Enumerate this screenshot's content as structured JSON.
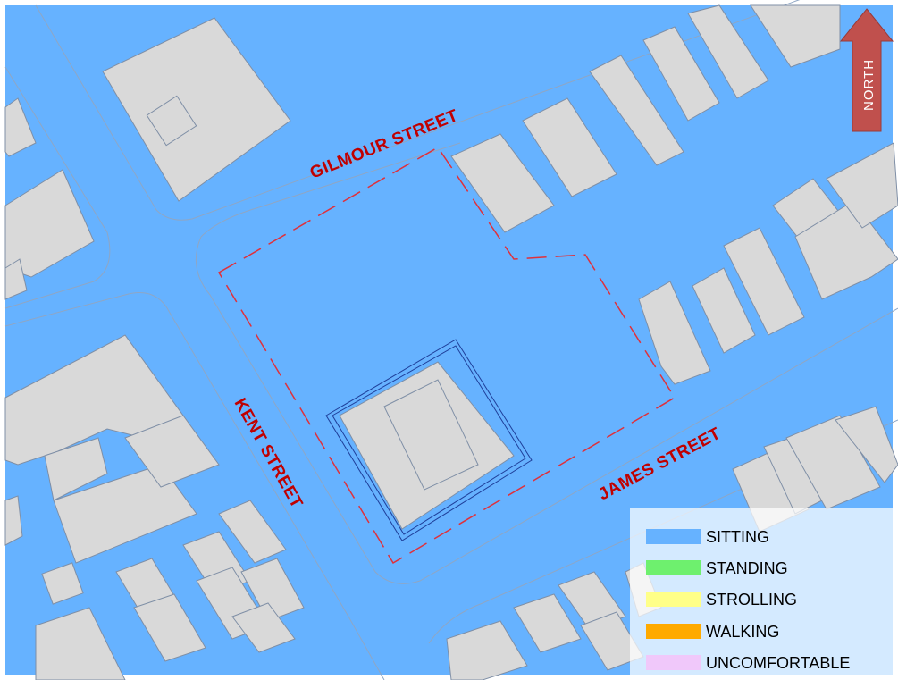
{
  "map": {
    "streets": {
      "gilmour": "GILMOUR STREET",
      "kent": "KENT STREET",
      "james": "JAMES STREET"
    },
    "north_arrow": {
      "label": "NORTH"
    },
    "legend": {
      "items": [
        {
          "label": "SITTING",
          "color": "#66B2FF"
        },
        {
          "label": "STANDING",
          "color": "#6EF06E"
        },
        {
          "label": "STROLLING",
          "color": "#FFFF88"
        },
        {
          "label": "WALKING",
          "color": "#FFAA00"
        },
        {
          "label": "UNCOMFORTABLE",
          "color": "#F0C8FA"
        }
      ]
    },
    "colors": {
      "comfort_field": "#66B2FF",
      "building_fill": "#D9D9D9",
      "site_boundary": "#E0303A",
      "street_label": "#C00000",
      "north_arrow": "#C0504D"
    }
  }
}
